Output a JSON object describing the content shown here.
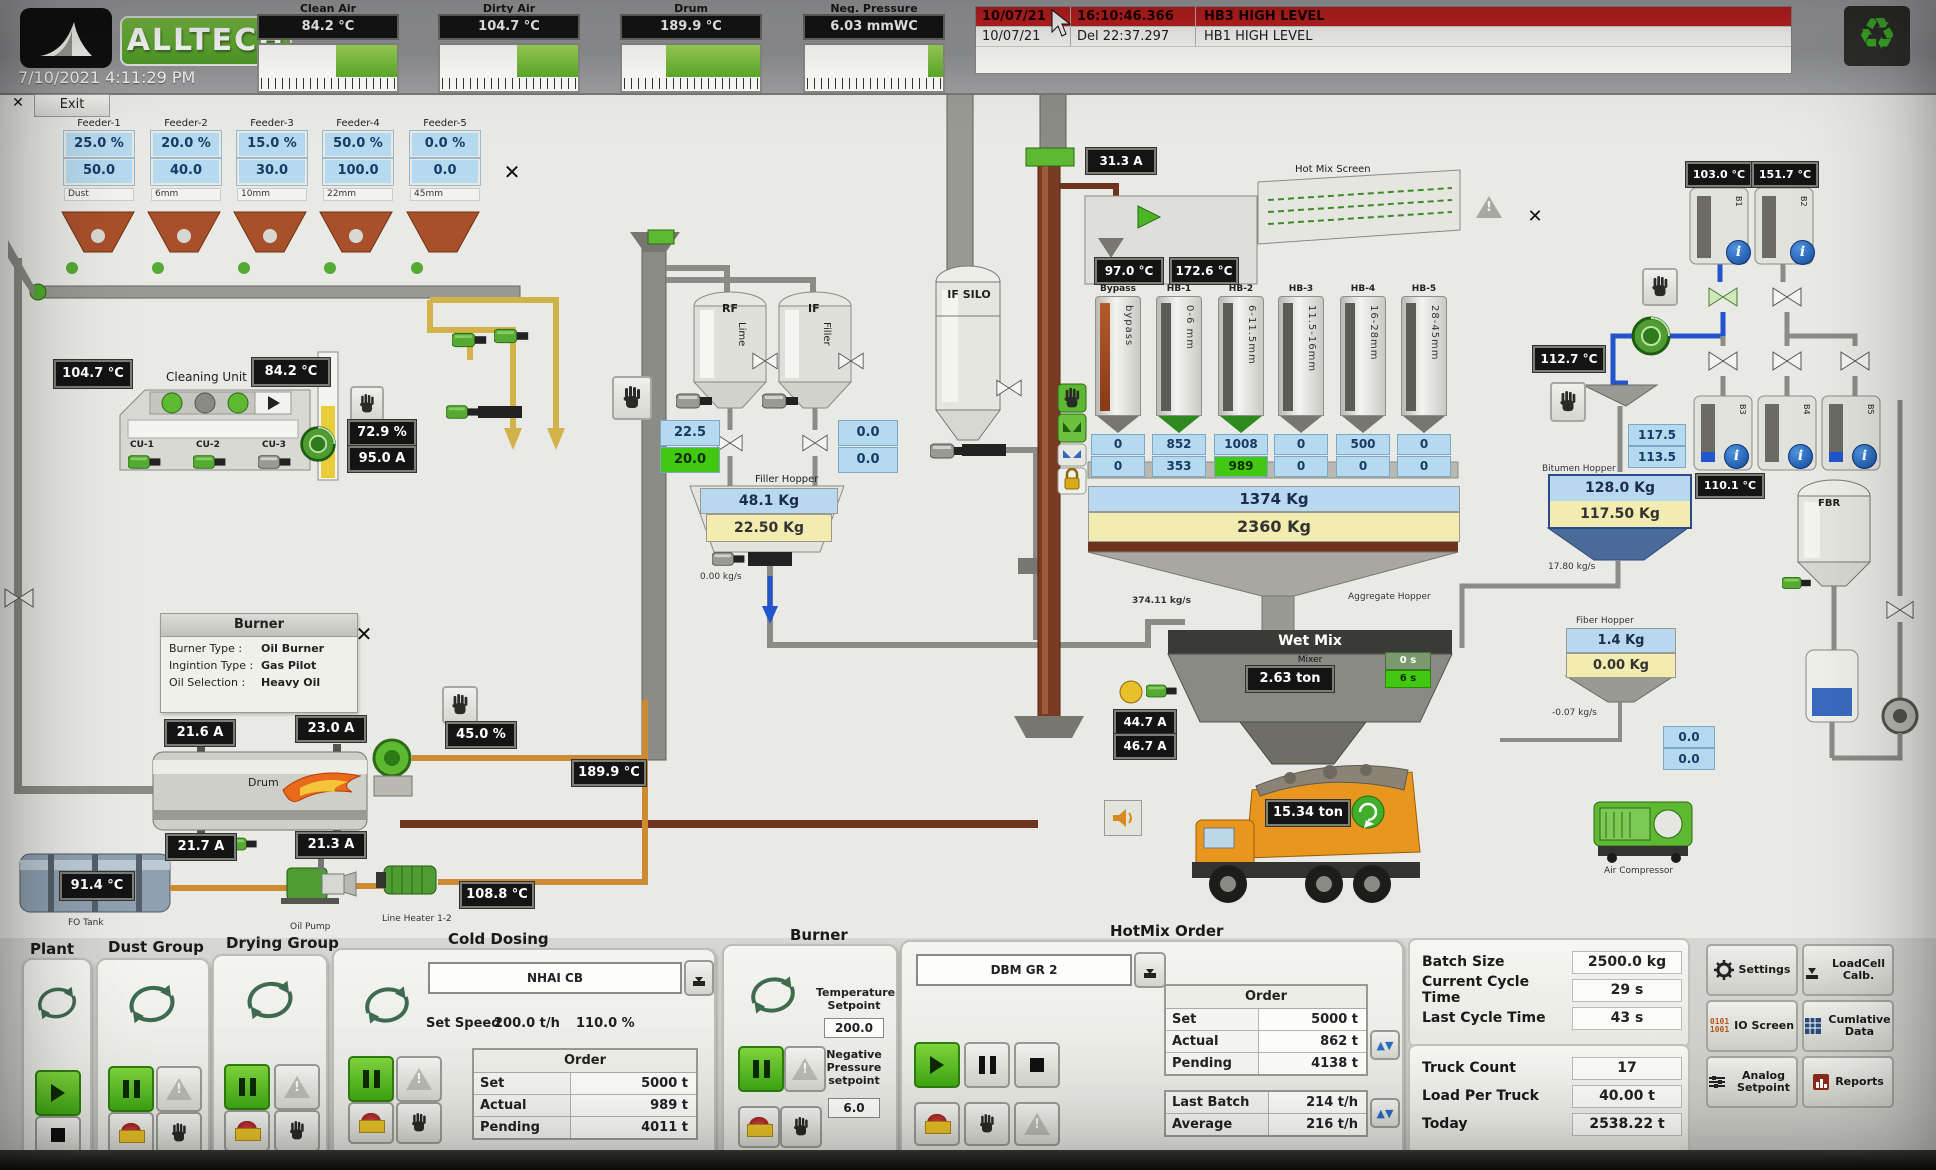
{
  "header": {
    "brand": "ALLTECH",
    "datetime": "7/10/2021 4:11:29 PM",
    "gauges": [
      {
        "label": "Clean Air",
        "value": "84.2 °C"
      },
      {
        "label": "Dirty Air",
        "value": "104.7 °C"
      },
      {
        "label": "Drum",
        "value": "189.9 °C"
      },
      {
        "label": "Neg. Pressure",
        "value": "6.03 mmWC"
      }
    ],
    "alarms": [
      {
        "date": "10/07/21",
        "time": "16:10:46.366",
        "message": "HB3 HIGH LEVEL"
      },
      {
        "date": "10/07/21",
        "time": "Del 22:37.297",
        "message": "HB1 HIGH LEVEL"
      }
    ]
  },
  "exit_label": "Exit",
  "feeders": {
    "items": [
      {
        "name": "Feeder-1",
        "percent": "25.0 %",
        "setpoint": "50.0",
        "size": "Dust"
      },
      {
        "name": "Feeder-2",
        "percent": "20.0 %",
        "setpoint": "40.0",
        "size": "6mm"
      },
      {
        "name": "Feeder-3",
        "percent": "15.0 %",
        "setpoint": "30.0",
        "size": "10mm"
      },
      {
        "name": "Feeder-4",
        "percent": "50.0 %",
        "setpoint": "100.0",
        "size": "22mm"
      },
      {
        "name": "Feeder-5",
        "percent": "0.0 %",
        "setpoint": "0.0",
        "size": "45mm"
      }
    ]
  },
  "cleaning": {
    "title": "Cleaning Unit",
    "temp_in": "104.7 °C",
    "temp_out": "84.2 °C",
    "percent": "72.9 %",
    "current": "95.0 A",
    "units": [
      "CU-1",
      "CU-2",
      "CU-3"
    ]
  },
  "dosing": {
    "rf_label": "RF",
    "rf_sub": "Lime",
    "if_label": "IF",
    "if_sub": "Filler",
    "rf_actual": "22.5",
    "rf_set": "20.0",
    "if_actual": "0.0",
    "if_set": "0.0"
  },
  "filler_hopper": {
    "title": "Filler Hopper",
    "weight1": "48.1 Kg",
    "weight2": "22.50 Kg",
    "rate": "0.00 kg/s"
  },
  "if_silo": {
    "label": "IF SILO"
  },
  "hot_elevator": {
    "current": "31.3 A"
  },
  "screen": {
    "title": "Hot Mix Screen",
    "temp1": "97.0 °C",
    "temp2": "172.6 °C"
  },
  "bins": {
    "items": [
      {
        "name": "Bypass",
        "size": "bypass",
        "v1": "0",
        "v2": "0"
      },
      {
        "name": "HB-1",
        "size": "0-6 mm",
        "v1": "852",
        "v2": "353"
      },
      {
        "name": "HB-2",
        "size": "6-11.5mm",
        "v1": "1008",
        "v2": "989"
      },
      {
        "name": "HB-3",
        "size": "11.5-16mm",
        "v1": "0",
        "v2": "0"
      },
      {
        "name": "HB-4",
        "size": "16-28mm",
        "v1": "500",
        "v2": "0"
      },
      {
        "name": "HB-5",
        "size": "28-45mm",
        "v1": "0",
        "v2": "0"
      }
    ]
  },
  "agg_hopper": {
    "title": "Aggregate Hopper",
    "w1": "1374 Kg",
    "w2": "2360 Kg",
    "rate": "374.11 kg/s"
  },
  "mixer": {
    "title": "Wet Mix",
    "sub": "Mixer",
    "weight": "2.63 ton",
    "t1": "0 s",
    "t2": "6 s",
    "a1": "44.7 A",
    "a2": "46.7 A"
  },
  "truck": {
    "load": "15.34 ton"
  },
  "bitumen": {
    "temp_line": "112.7 °C",
    "v1": "117.5",
    "v2": "113.5",
    "title": "Bitumen Hopper",
    "w1": "128.0 Kg",
    "w2": "117.50 Kg",
    "temp": "110.1 °C",
    "rate": "17.80 kg/s"
  },
  "tanks": {
    "b1_temp": "103.0 °C",
    "b2_temp": "151.7 °C",
    "b1": "B1",
    "b2": "B2",
    "b3": "B3",
    "b4": "B4",
    "b5": "B5"
  },
  "fbr": {
    "label": "FBR"
  },
  "fiber": {
    "title": "Fiber Hopper",
    "w1": "1.4 Kg",
    "w2": "0.00 Kg",
    "rate": "-0.07 kg/s",
    "v1": "0.0",
    "v2": "0.0"
  },
  "compressor": {
    "label": "Air Compressor"
  },
  "burner_info": {
    "title": "Burner",
    "r1l": "Burner Type :",
    "r1v": "Oil Burner",
    "r2l": "Ingintion Type :",
    "r2v": "Gas Pilot",
    "r3l": "Oil Selection :",
    "r3v": "Heavy Oil"
  },
  "drum": {
    "label": "Drum",
    "a1": "21.6 A",
    "a2": "23.0 A",
    "a3": "21.7 A",
    "a4": "21.3 A",
    "damper": "45.0 %",
    "exit_temp": "189.9 °C",
    "heater_temp": "108.8 °C",
    "fo_temp": "91.4 °C",
    "fo_label": "FO Tank",
    "oil_pump": "Oil Pump",
    "line_heater": "Line Heater 1-2"
  },
  "panels": {
    "plant": {
      "title": "Plant"
    },
    "dust": {
      "title": "Dust Group"
    },
    "drying": {
      "title": "Drying Group"
    },
    "cold": {
      "title": "Cold Dosing",
      "recipe": "NHAI CB",
      "speed_label": "Set Speed",
      "speed": "200.0 t/h",
      "pct": "110.0 %",
      "order_title": "Order",
      "set_l": "Set",
      "set_v": "5000 t",
      "act_l": "Actual",
      "act_v": "989 t",
      "pen_l": "Pending",
      "pen_v": "4011 t"
    },
    "burner": {
      "title": "Burner",
      "temp_label": "Temperature Setpoint",
      "temp": "200.0",
      "np_label": "Negative Pressure setpoint",
      "np": "6.0"
    },
    "hotmix": {
      "title": "HotMix Order",
      "recipe": "DBM GR 2",
      "order_title": "Order",
      "set_l": "Set",
      "set_v": "5000 t",
      "act_l": "Actual",
      "act_v": "862 t",
      "pen_l": "Pending",
      "pen_v": "4138 t",
      "lb_l": "Last Batch",
      "lb_v": "214 t/h",
      "avg_l": "Average",
      "avg_v": "216 t/h"
    }
  },
  "stats": {
    "batch_l": "Batch Size",
    "batch_v": "2500.0 kg",
    "cct_l": "Current Cycle Time",
    "cct_v": "29 s",
    "lct_l": "Last Cycle Time",
    "lct_v": "43 s",
    "tc_l": "Truck Count",
    "tc_v": "17",
    "lpt_l": "Load Per Truck",
    "lpt_v": "40.00 t",
    "today_l": "Today",
    "today_v": "2538.22 t"
  },
  "nav": {
    "b1": "Settings",
    "b2": "LoadCell Calb.",
    "b3": "IO Screen",
    "b4": "Cumlative Data",
    "b5": "Analog Setpoint",
    "b6": "Reports"
  }
}
